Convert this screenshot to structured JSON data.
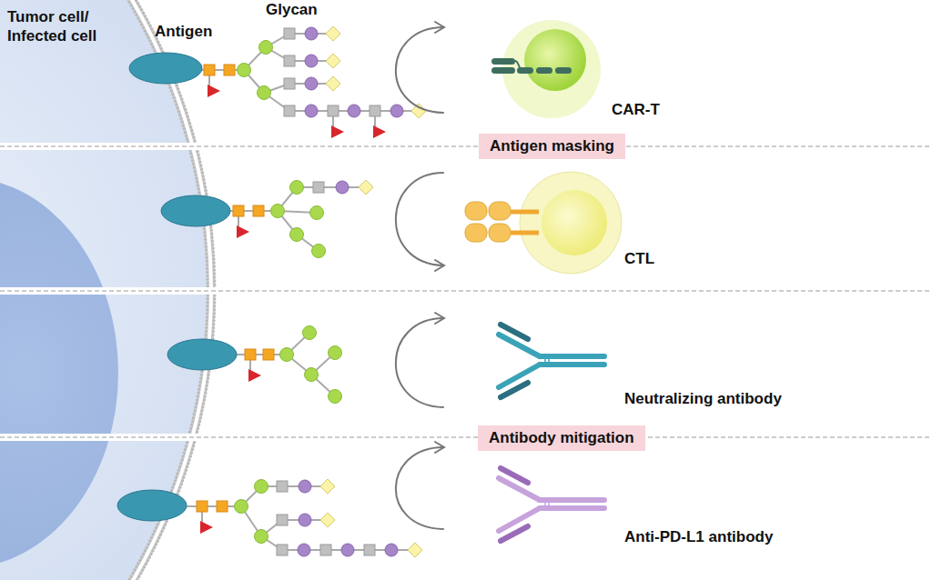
{
  "diagram": {
    "nodes": [
      {
        "text": [
          "Antigen masking"
        ]
      },
      {
        "text": [
          "Antibody mitigation"
        ]
      }
    ],
    "labels": [
      "Tumor cell/ Infected cell",
      "Antigen",
      "Glycan",
      "CAR-T",
      "CTL",
      "Neutralizing antibody",
      "Anti-PD-L1 antibody"
    ]
  }
}
